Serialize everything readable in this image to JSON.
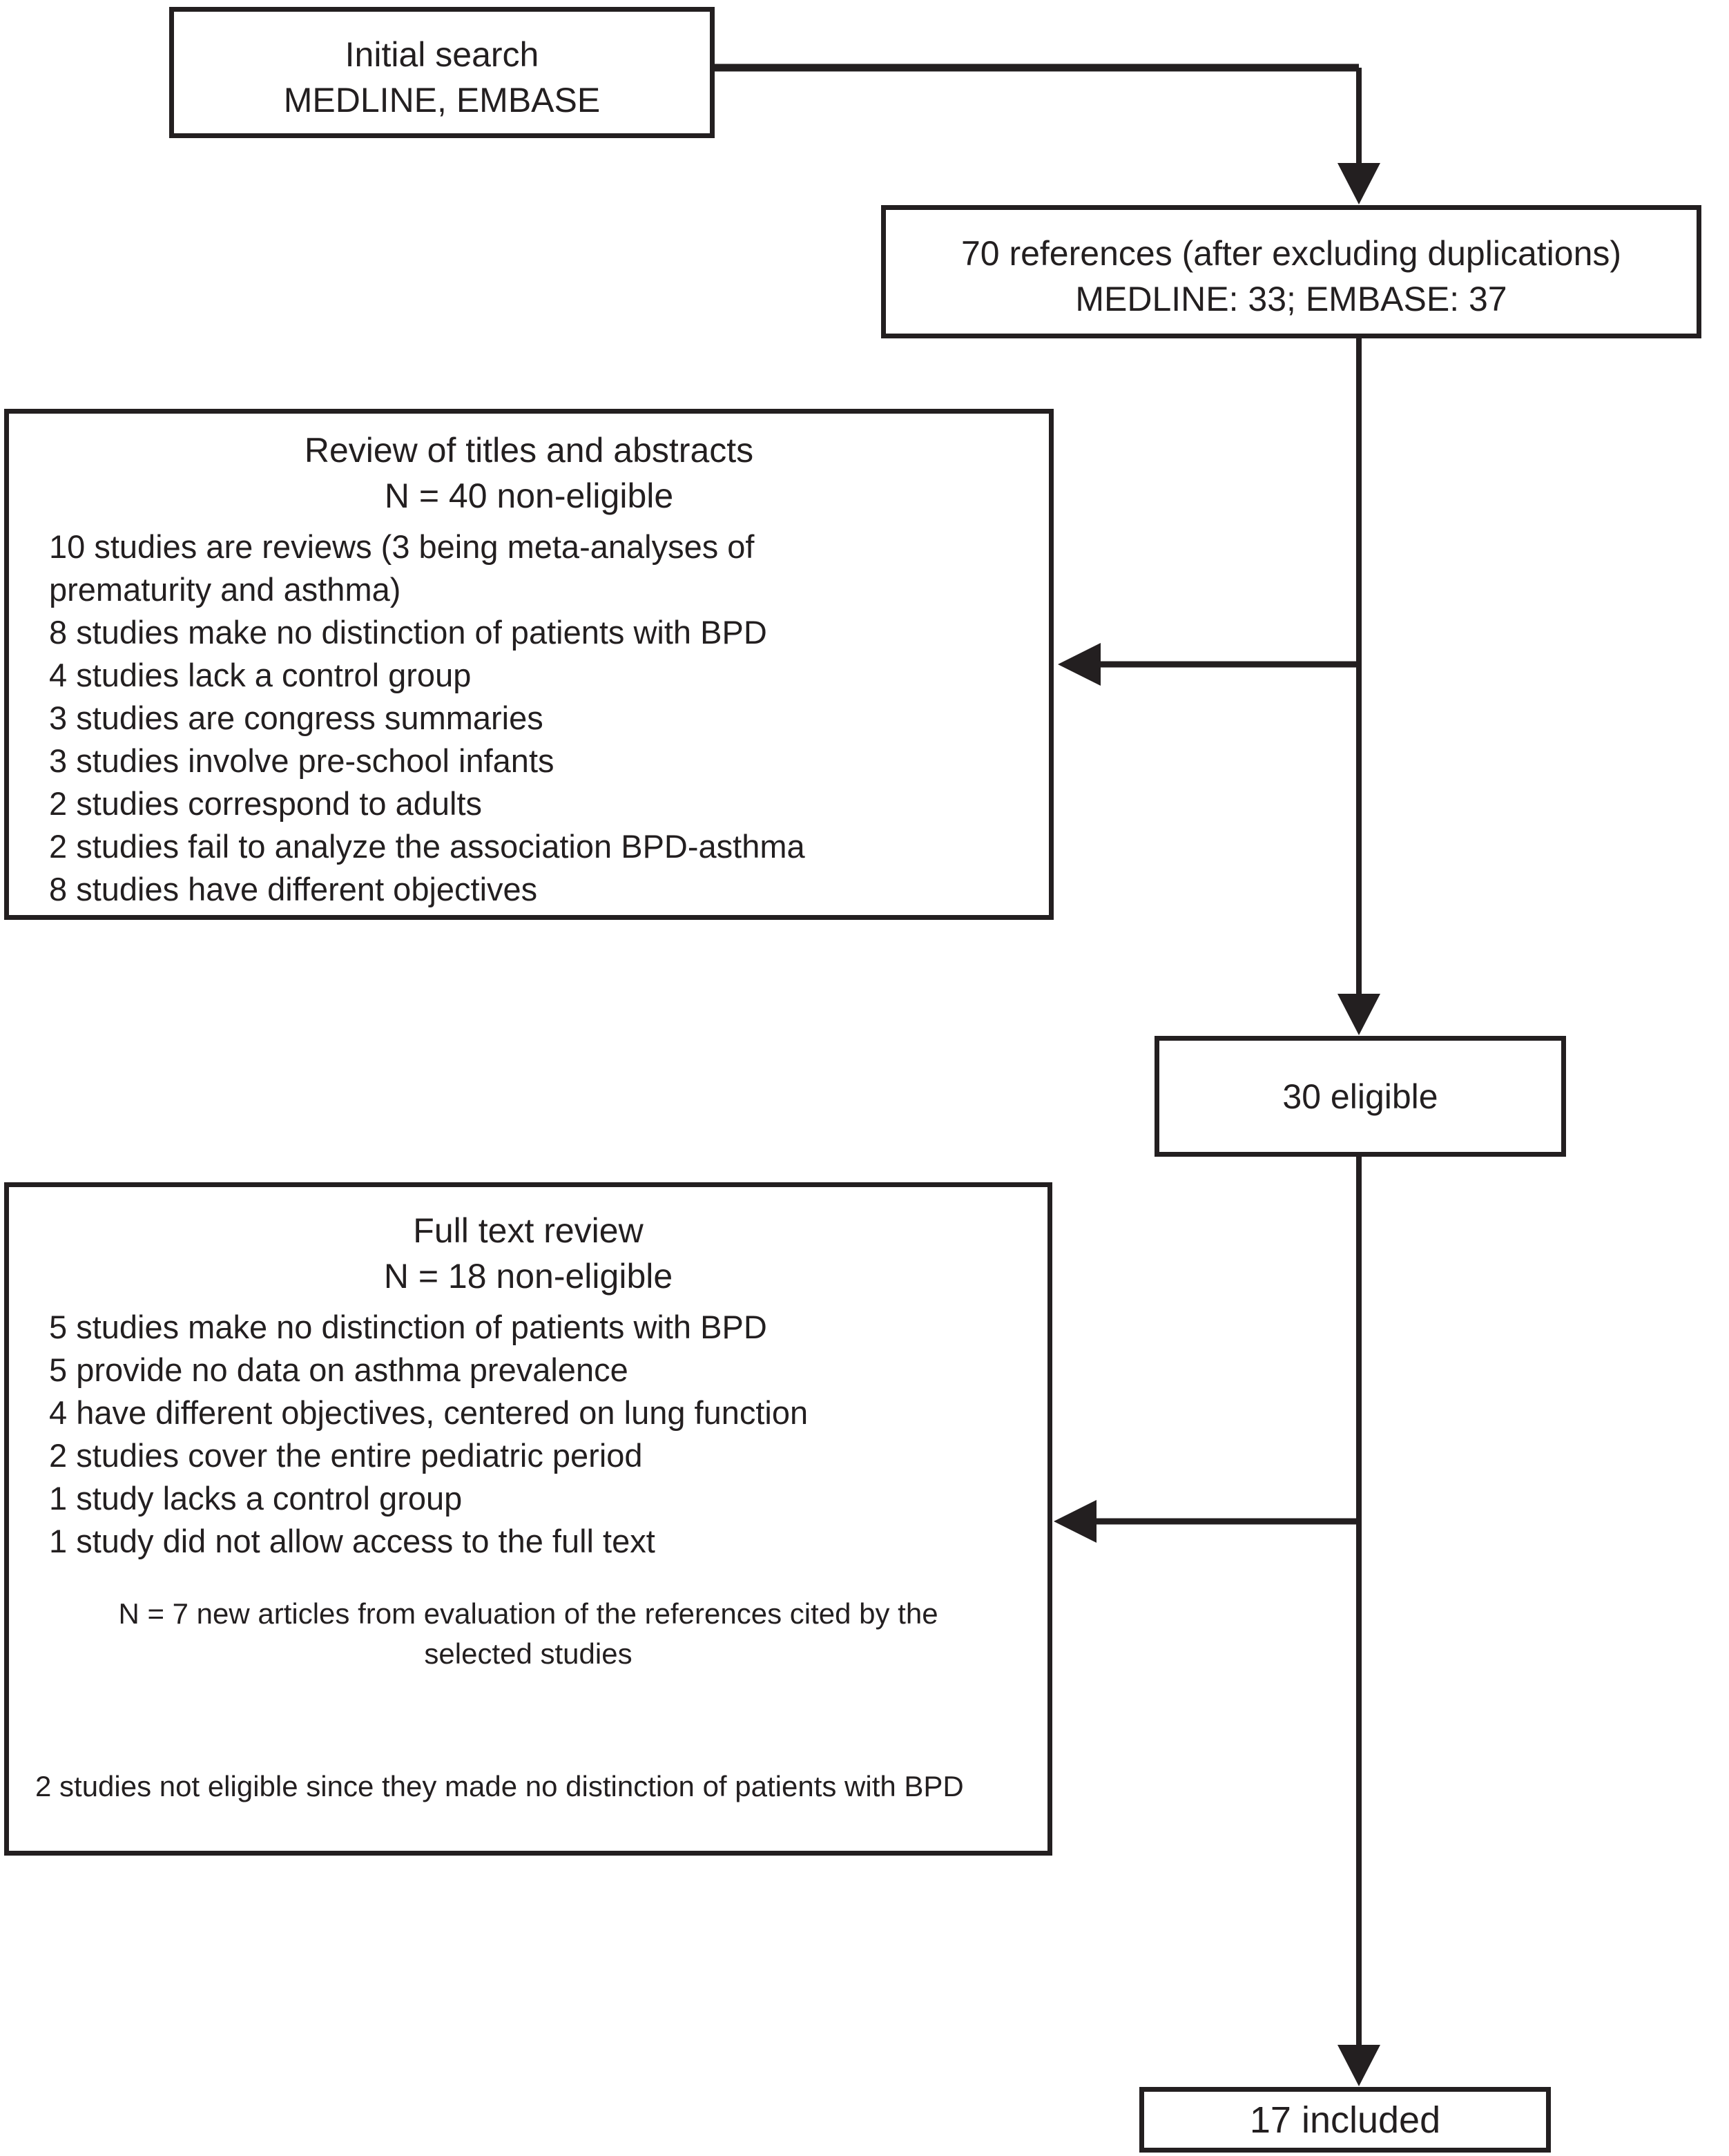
{
  "figure": {
    "background": "#ffffff",
    "line_color": "#231f20"
  },
  "boxes": {
    "initial_search": {
      "line1": "Initial search",
      "line2": "MEDLINE, EMBASE"
    },
    "references": {
      "line1": "70 references (after excluding duplications)",
      "line2": "MEDLINE: 33; EMBASE: 37"
    },
    "title_abstract_review": {
      "title1": "Review of titles and abstracts",
      "title2": "N = 40 non-eligible",
      "items": [
        "10 studies are reviews (3 being meta-analyses of",
        "prematurity and asthma)",
        "8 studies make no distinction of patients with BPD",
        "4 studies lack a control group",
        "3 studies are congress summaries",
        "3 studies involve pre-school infants",
        "2 studies correspond to adults",
        "2 studies fail to analyze the association BPD-asthma",
        "8 studies have different objectives"
      ]
    },
    "eligible": {
      "label": "30 eligible"
    },
    "full_text_review": {
      "title1": "Full text review",
      "title2": "N = 18 non-eligible",
      "items": [
        "5 studies make no distinction of patients with BPD",
        "5 provide no data on asthma prevalence",
        "4 have different objectives, centered on lung function",
        "2 studies cover the entire pediatric period",
        "1 study lacks a control group",
        "1 study did not allow access to the full text"
      ],
      "note_line1": "N = 7 new articles from evaluation of the references cited by the",
      "note_line2": "selected studies",
      "result_line": "2 studies not eligible since they made no distinction of patients with BPD"
    },
    "included": {
      "label": "17 included"
    }
  }
}
